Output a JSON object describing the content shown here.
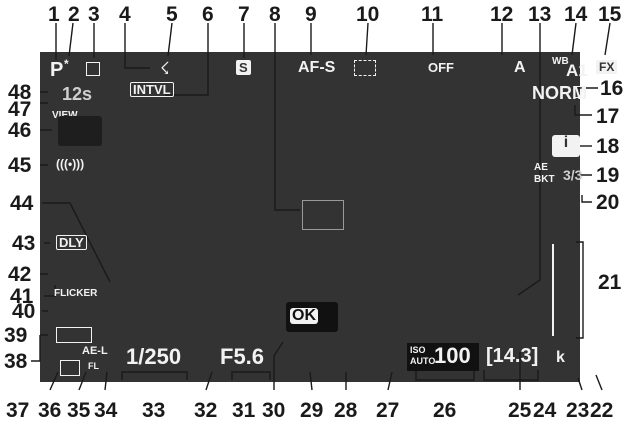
{
  "screen": {
    "mode": "P",
    "mode_mark": "*",
    "release_mode": "S",
    "af_mode": "AF-S",
    "wb_prefix": "WB",
    "wb_value": "A1",
    "image_area": "FX",
    "image_quality": "NORM",
    "af_off": "OFF",
    "picture_control": "A",
    "interval": "INTVL",
    "timer": "12s",
    "view": "VIEW",
    "delay": "DLY",
    "flicker": "FLICKER",
    "shutter": "1/250",
    "aperture": "F5.6",
    "ok_label": "OK",
    "iso_label": "ISO",
    "iso_auto": "AUTO",
    "iso_value": "100",
    "frames": "[14.3]",
    "frames_unit": "k",
    "bkt_top": "AE",
    "bkt_bottom": "BKT",
    "bkt_count": "3/3",
    "i_button": "i",
    "ael": "AE-L",
    "fvl": "FL",
    "flash_comp_symbol": "☇"
  },
  "callouts": [
    "1",
    "2",
    "3",
    "4",
    "5",
    "6",
    "7",
    "8",
    "9",
    "10",
    "11",
    "12",
    "13",
    "14",
    "15",
    "16",
    "17",
    "18",
    "19",
    "20",
    "21",
    "22",
    "23",
    "24",
    "25",
    "26",
    "27",
    "28",
    "29",
    "30",
    "31",
    "32",
    "33",
    "34",
    "35",
    "36",
    "37",
    "38",
    "39",
    "40",
    "41",
    "42",
    "43",
    "44",
    "45",
    "46",
    "47",
    "48"
  ]
}
